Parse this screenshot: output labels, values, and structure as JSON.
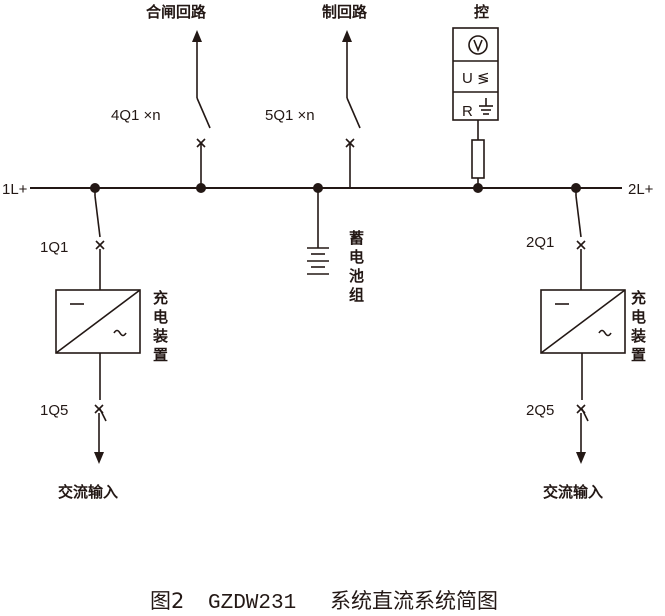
{
  "labels": {
    "closing_circuit": "合闸回路",
    "control_circuit": "制回路",
    "monitor": "控",
    "bus_left": "1L+",
    "bus_right": "2L+",
    "switch_4q1": "4Q1 ×n",
    "switch_5q1": "5Q1 ×n",
    "switch_1q1": "1Q1",
    "switch_2q1": "2Q1",
    "switch_1q5": "1Q5",
    "switch_2q5": "2Q5",
    "battery": [
      "蓄",
      "电",
      "池",
      "组"
    ],
    "charger_left": [
      "充",
      "电",
      "装",
      "置"
    ],
    "charger_right": [
      "充",
      "电",
      "装",
      "置"
    ],
    "ac_input_left": "交流输入",
    "ac_input_right": "交流输入",
    "meter_u": "U",
    "meter_r": "R"
  },
  "caption": {
    "prefix": "图2",
    "model": "GZDW231",
    "suffix": "系统直流系统简图"
  },
  "colors": {
    "line": "#231815",
    "background": "#ffffff"
  },
  "icons": {
    "voltmeter": "circle-v-icon",
    "switch_mark": "cross-icon",
    "ground": "ground-icon",
    "dc_symbol": "minus-icon",
    "ac_symbol": "tilde-icon"
  }
}
